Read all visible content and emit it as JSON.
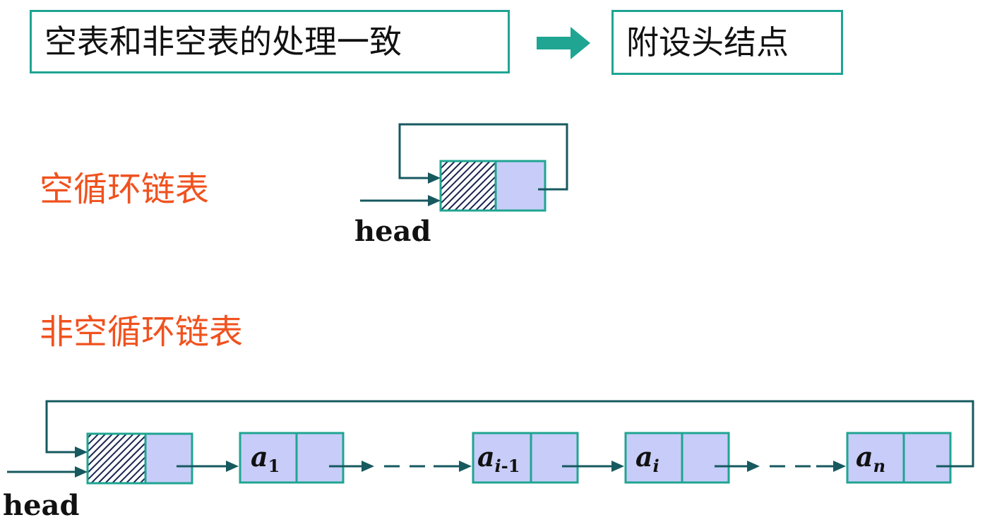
{
  "header": {
    "left_box": "空表和非空表的处理一致",
    "right_box": "附设头结点"
  },
  "sections": {
    "empty_label": "空循环链表",
    "nonempty_label": "非空循环链表"
  },
  "head_label": "head",
  "nodes": [
    {
      "name": "a",
      "sub": "1"
    },
    {
      "name": "a",
      "sub": "i",
      "sub_rest": "-1"
    },
    {
      "name": "a",
      "sub": "i"
    },
    {
      "name": "a",
      "sub": "n"
    }
  ],
  "colors": {
    "box_border": "#1fa592",
    "node_fill": "#c8ccf8",
    "arrow": "#16595f",
    "accent_arrow": "#1fa592",
    "section_text": "#f0521f"
  }
}
